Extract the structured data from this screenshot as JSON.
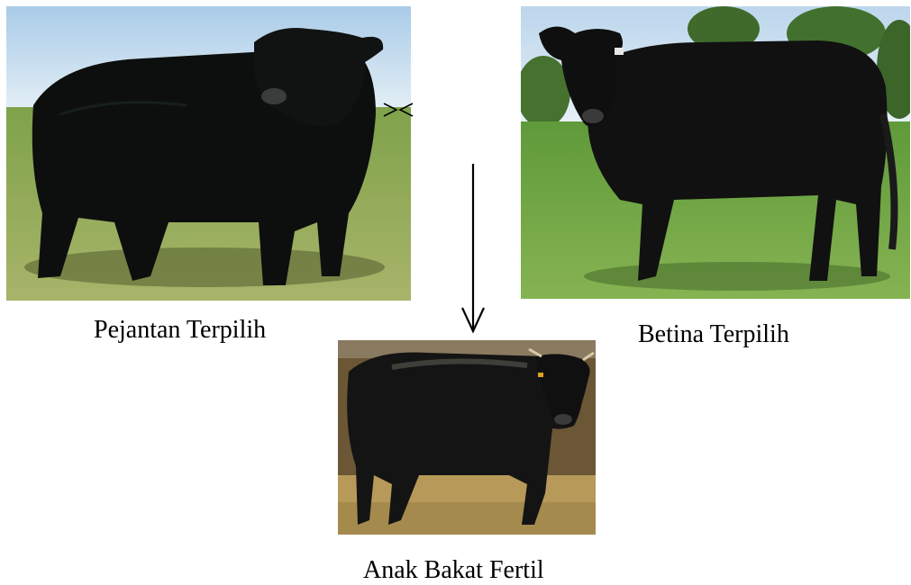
{
  "figure": {
    "parents": {
      "male": {
        "caption": "Pejantan Terpilih",
        "icon": "black-bull-photo"
      },
      "female": {
        "caption": "Betina Terpilih",
        "icon": "black-cow-photo"
      }
    },
    "offspring": {
      "caption": "Anak Bakat Fertil",
      "icon": "black-calf-photo"
    },
    "cross_symbol": "><",
    "colors": {
      "sky": "#cfe3f2",
      "grass": "#6f9a3a",
      "cattle": "#0e0e0e",
      "barn": "#6b5635",
      "straw": "#b79a5a"
    }
  }
}
